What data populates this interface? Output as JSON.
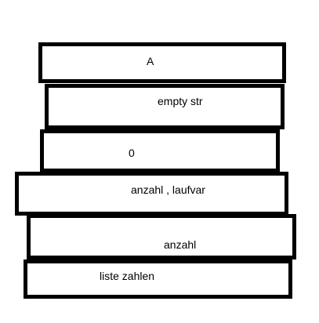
{
  "diagram": {
    "layers": [
      {
        "label": "A"
      },
      {
        "label": "empty str"
      },
      {
        "label": "0"
      },
      {
        "label": "anzahl , laufvar"
      },
      {
        "label": "anzahl"
      },
      {
        "label": "liste zahlen"
      }
    ],
    "colors": {
      "border": "#000000",
      "background": "#ffffff",
      "text": "#000000"
    }
  }
}
